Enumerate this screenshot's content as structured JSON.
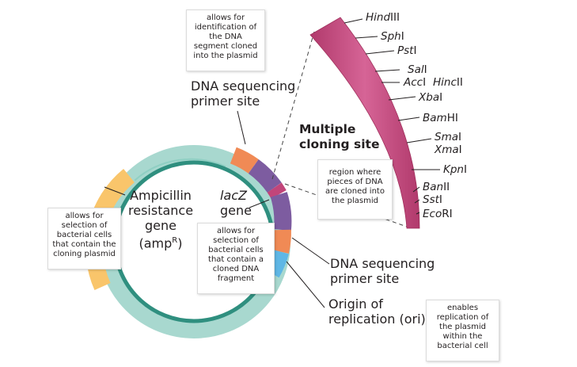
{
  "colors": {
    "teal_light": "#a8d8cf",
    "teal_dark": "#2f8f7f",
    "amp_orange": "#f9c56b",
    "primer_orange": "#f08a55",
    "lacz_purple": "#7d5ca0",
    "ori_blue": "#5fb7e5",
    "mcs_pink": "#c2457a",
    "mcs_stripe": "#b83d6e"
  },
  "notes": {
    "top": [
      "allows for",
      "identification of",
      "the DNA",
      "segment cloned",
      "into the plasmid"
    ],
    "left": [
      "allows for",
      "selection of",
      "bacterial cells",
      "that contain the",
      "cloning plasmid"
    ],
    "center": [
      "allows for",
      "selection of",
      "bacterial cells",
      "that contain a",
      "cloned DNA",
      "fragment"
    ],
    "right_mid": [
      "region where",
      "pieces of DNA",
      "are cloned into",
      "the plasmid"
    ],
    "bottom_right": [
      "enables",
      "replication of",
      "the plasmid",
      "within the",
      "bacterial cell"
    ]
  },
  "labels": {
    "primer_top": [
      "DNA sequencing",
      "primer site"
    ],
    "primer_bottom": [
      "DNA sequencing",
      "primer site"
    ],
    "mcs": [
      "Multiple",
      "cloning site"
    ],
    "amp": [
      "Ampicillin",
      "resistance",
      "gene",
      "(amp",
      "R",
      ")"
    ],
    "lacz": [
      "lacZ",
      "gene"
    ],
    "ori": [
      "Origin of",
      "replication (ori)"
    ]
  },
  "enzymes": [
    {
      "italic": "Hind",
      "rest": "III"
    },
    {
      "italic": "Sph",
      "rest": "I"
    },
    {
      "italic": "Pst",
      "rest": "I"
    },
    {
      "italic": "Sal",
      "rest": "I"
    },
    {
      "italic": "Acc",
      "rest": "I"
    },
    {
      "italic": "Hinc",
      "rest": "II"
    },
    {
      "italic": "Xba",
      "rest": "I"
    },
    {
      "italic": "Bam",
      "rest": "HI"
    },
    {
      "italic": "Sma",
      "rest": "I"
    },
    {
      "italic": "Xma",
      "rest": "I"
    },
    {
      "italic": "Kpn",
      "rest": "I"
    },
    {
      "italic": "Ban",
      "rest": "II"
    },
    {
      "italic": "Sst",
      "rest": "I"
    },
    {
      "italic": "Eco",
      "rest": "RI"
    }
  ]
}
